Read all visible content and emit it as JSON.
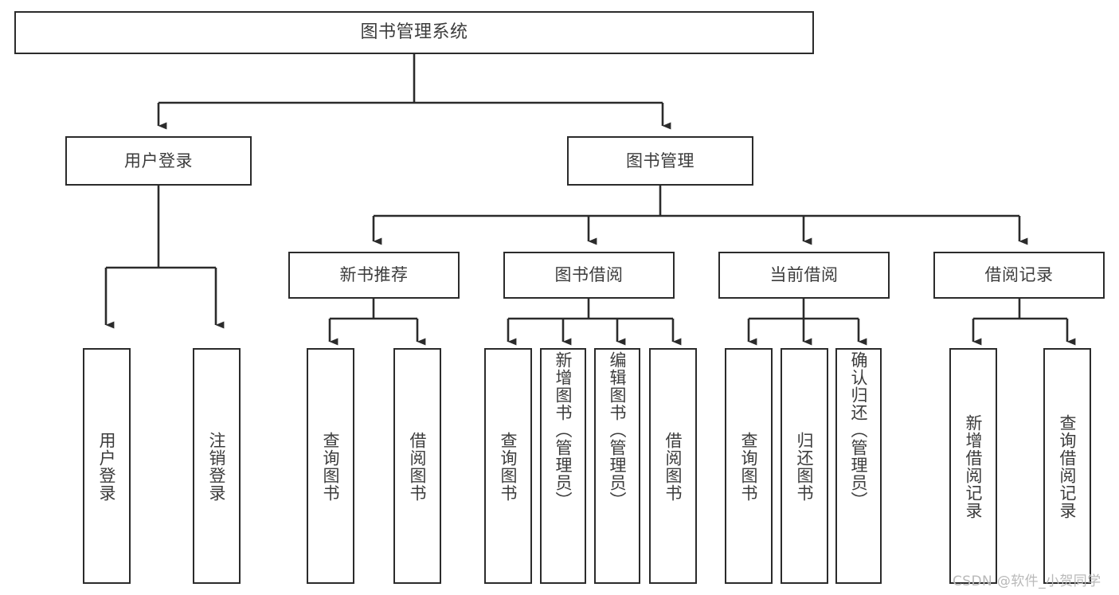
{
  "diagram": {
    "title": "图书管理系统",
    "type": "tree-hierarchy-chart",
    "watermark": "CSDN @软件_小贺同学",
    "colors": {
      "box_border": "#2b2b2b",
      "box_fill": "#ffffff",
      "text": "#3c3c3c",
      "connector": "#2b2b2b",
      "watermark": "#b9b9b9",
      "canvas": "#ffffff"
    },
    "levels": {
      "level1": [
        {
          "id": "root",
          "label": "图书管理系统"
        }
      ],
      "level2": [
        {
          "id": "user-login",
          "label": "用户登录"
        },
        {
          "id": "book-management",
          "label": "图书管理"
        }
      ],
      "level3": [
        {
          "id": "new-book-recommend",
          "label": "新书推荐",
          "parent": "book-management"
        },
        {
          "id": "book-borrow",
          "label": "图书借阅",
          "parent": "book-management"
        },
        {
          "id": "current-borrow",
          "label": "当前借阅",
          "parent": "book-management"
        },
        {
          "id": "borrow-record",
          "label": "借阅记录",
          "parent": "book-management"
        }
      ],
      "level4": [
        {
          "id": "leaf-user-login",
          "label": "用户登录",
          "parent": "user-login"
        },
        {
          "id": "leaf-logout-login",
          "label": "注销登录",
          "parent": "user-login"
        },
        {
          "id": "leaf-query-book-1",
          "label": "查询图书",
          "parent": "new-book-recommend"
        },
        {
          "id": "leaf-borrow-book-1",
          "label": "借阅图书",
          "parent": "new-book-recommend"
        },
        {
          "id": "leaf-query-book-2",
          "label": "查询图书",
          "parent": "book-borrow"
        },
        {
          "id": "leaf-add-book",
          "label": "新增图书（管理员）",
          "parent": "book-borrow"
        },
        {
          "id": "leaf-edit-book",
          "label": "编辑图书（管理员）",
          "parent": "book-borrow"
        },
        {
          "id": "leaf-borrow-book-2",
          "label": "借阅图书",
          "parent": "book-borrow"
        },
        {
          "id": "leaf-query-book-3",
          "label": "查询图书",
          "parent": "current-borrow"
        },
        {
          "id": "leaf-return-book",
          "label": "归还图书",
          "parent": "current-borrow"
        },
        {
          "id": "leaf-confirm-return",
          "label": "确认归还（管理员）",
          "parent": "current-borrow"
        },
        {
          "id": "leaf-add-borrow-record",
          "label": "新增借阅记录",
          "parent": "borrow-record"
        },
        {
          "id": "leaf-query-borrow-record",
          "label": "查询借阅记录",
          "parent": "borrow-record"
        }
      ]
    }
  }
}
